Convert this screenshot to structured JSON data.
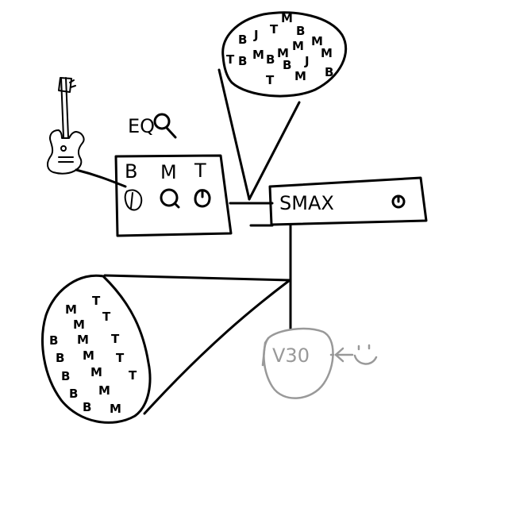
{
  "labels": {
    "eq": "EQ",
    "smax": "SMAX",
    "v30": "V30",
    "bass_knob": "B",
    "mid_knob": "M",
    "treble_knob": "T"
  },
  "bubble_top_letters": [
    "B",
    "J",
    "T",
    "M",
    "B",
    "M",
    "T",
    "B",
    "M",
    "B",
    "M",
    "M",
    "B",
    "J",
    "M",
    "T",
    "M",
    "B"
  ],
  "bubble_bottom_letters": [
    "M",
    "T",
    "M",
    "T",
    "B",
    "M",
    "T",
    "B",
    "M",
    "T",
    "B",
    "M",
    "T",
    "B",
    "M",
    "B",
    "M"
  ],
  "colors": {
    "ink": "#000000",
    "gray": "#999999",
    "background": "#ffffff"
  },
  "icons": {
    "guitar": "guitar-icon",
    "magnifier": "magnifier-icon",
    "smiley": "smiley-icon"
  }
}
